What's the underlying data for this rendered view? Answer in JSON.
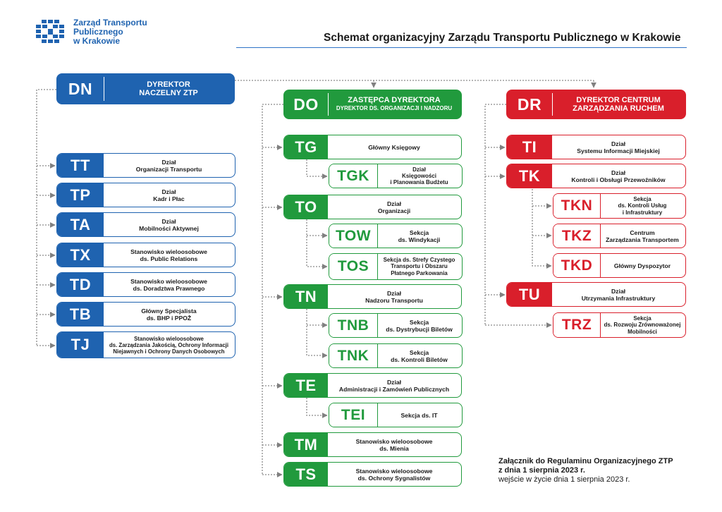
{
  "header": {
    "logo_lines": [
      "Zarząd Transportu",
      "Publicznego",
      "w Krakowie"
    ],
    "title": "Schemat organizacyjny Zarządu Transportu Publicznego w Krakowie"
  },
  "colors": {
    "blue": "#1f63b0",
    "green": "#219a3d",
    "red": "#d91f2b"
  },
  "heads": {
    "dn": {
      "code": "DN",
      "lines": [
        "DYREKTOR",
        "NACZELNY ZTP"
      ]
    },
    "do": {
      "code": "DO",
      "lines": [
        "ZASTĘPCA DYREKTORA",
        "DYREKTOR DS. ORGANIZACJI I NADZORU"
      ]
    },
    "dr": {
      "code": "DR",
      "lines": [
        "DYREKTOR CENTRUM",
        "ZARZĄDZANIA RUCHEM"
      ]
    }
  },
  "units": {
    "tt": {
      "code": "TT",
      "lines": [
        "Dział",
        "Organizacji Transportu"
      ]
    },
    "tp": {
      "code": "TP",
      "lines": [
        "Dział",
        "Kadr i Płac"
      ]
    },
    "ta": {
      "code": "TA",
      "lines": [
        "Dział",
        "Mobilności Aktywnej"
      ]
    },
    "tx": {
      "code": "TX",
      "lines": [
        "Stanowisko wieloosobowe",
        "ds. Public Relations"
      ]
    },
    "td": {
      "code": "TD",
      "lines": [
        "Stanowisko wieloosobowe",
        "ds. Doradztwa Prawnego"
      ]
    },
    "tb": {
      "code": "TB",
      "lines": [
        "Główny Specjalista",
        "ds. BHP i PPOŻ"
      ]
    },
    "tj": {
      "code": "TJ",
      "lines": [
        "Stanowisko wieloosobowe",
        "ds. Zarządzania Jakością, Ochrony Informacji",
        "Niejawnych i Ochrony Danych Osobowych"
      ]
    },
    "tg": {
      "code": "TG",
      "lines": [
        "Główny Księgowy"
      ]
    },
    "tgk": {
      "code": "TGK",
      "lines": [
        "Dział",
        "Księgowości",
        "i Planowania Budżetu"
      ]
    },
    "to": {
      "code": "TO",
      "lines": [
        "Dział",
        "Organizacji"
      ]
    },
    "tow": {
      "code": "TOW",
      "lines": [
        "Sekcja",
        "ds. Windykacji"
      ]
    },
    "tos": {
      "code": "TOS",
      "lines": [
        "Sekcja ds. Strefy Czystego",
        "Transportu i Obszaru",
        "Płatnego Parkowania"
      ]
    },
    "tn": {
      "code": "TN",
      "lines": [
        "Dział",
        "Nadzoru Transportu"
      ]
    },
    "tnb": {
      "code": "TNB",
      "lines": [
        "Sekcja",
        "ds. Dystrybucji Biletów"
      ]
    },
    "tnk": {
      "code": "TNK",
      "lines": [
        "Sekcja",
        "ds. Kontroli Biletów"
      ]
    },
    "te": {
      "code": "TE",
      "lines": [
        "Dział",
        "Administracji i Zamówień Publicznych"
      ]
    },
    "tei": {
      "code": "TEI",
      "lines": [
        "Sekcja ds. IT"
      ]
    },
    "tm": {
      "code": "TM",
      "lines": [
        "Stanowisko wieloosobowe",
        "ds. Mienia"
      ]
    },
    "ts": {
      "code": "TS",
      "lines": [
        "Stanowisko wieloosobowe",
        "ds. Ochrony Sygnalistów"
      ]
    },
    "ti": {
      "code": "TI",
      "lines": [
        "Dział",
        "Systemu Informacji Miejskiej"
      ]
    },
    "tk": {
      "code": "TK",
      "lines": [
        "Dział",
        "Kontroli i Obsługi Przewoźników"
      ]
    },
    "tkn": {
      "code": "TKN",
      "lines": [
        "Sekcja",
        "ds. Kontroli Usług",
        "i Infrastruktury"
      ]
    },
    "tkz": {
      "code": "TKZ",
      "lines": [
        "Centrum",
        "Zarządzania Transportem"
      ]
    },
    "tkd": {
      "code": "TKD",
      "lines": [
        "Główny Dyspozytor"
      ]
    },
    "tu": {
      "code": "TU",
      "lines": [
        "Dział",
        "Utrzymania Infrastruktury"
      ]
    },
    "trz": {
      "code": "TRZ",
      "lines": [
        "Sekcja",
        "ds. Rozwoju Zrównoważonej",
        "Mobilności"
      ]
    }
  },
  "footer": {
    "line1": "Załącznik do Regulaminu Organizacyjnego ZTP",
    "line2": "z dnia 1 sierpnia 2023 r.",
    "line3": "wejście w życie dnia 1 sierpnia 2023 r."
  }
}
